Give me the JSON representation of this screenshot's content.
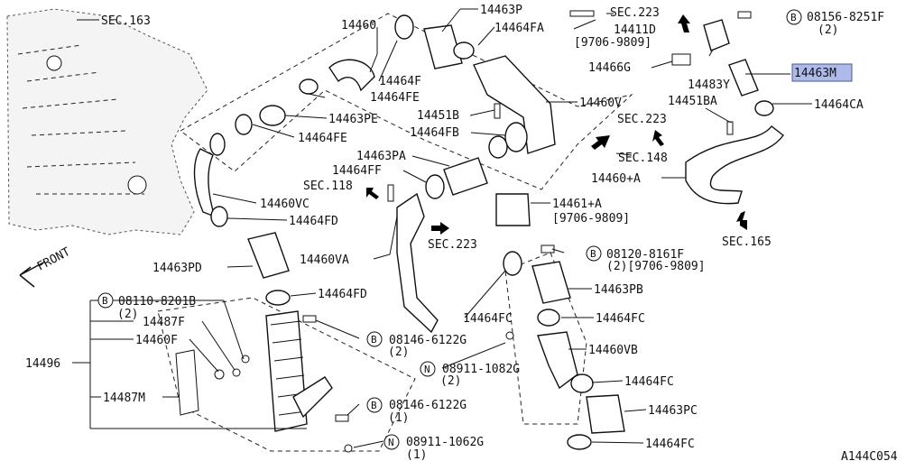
{
  "diagram": {
    "figure_id": "A144C054",
    "front_label": "FRONT",
    "highlighted_part": "14463M",
    "labels": {
      "sec163": "SEC.163",
      "p14460": "14460",
      "p14463P": "14463P",
      "sec223_top": "SEC.223",
      "b08156": "08156-8251F",
      "b08156_qty": "(2)",
      "p14464FA": "14464FA",
      "p14411D": "14411D",
      "p14411D_range": "[9706-9809]",
      "p14466G": "14466G",
      "p14463M": "14463M",
      "p14483Y": "14483Y",
      "p14464F": "14464F",
      "p14464FE_1": "14464FE",
      "p14460V": "14460V",
      "p14451BA": "14451BA",
      "p14464CA": "14464CA",
      "p14463PE": "14463PE",
      "p14451B": "14451B",
      "sec223_mid": "SEC.223",
      "p14464FB": "14464FB",
      "p14464FE_2": "14464FE",
      "sec148": "SEC.148",
      "p14463PA": "14463PA",
      "p14464FF": "14464FF",
      "p14460pA": "14460+A",
      "sec118": "SEC.118",
      "p14460VC": "14460VC",
      "p14461pA": "14461+A",
      "p14461pA_range": "[9706-9809]",
      "p14464FD_1": "14464FD",
      "sec223_low": "SEC.223",
      "sec165": "SEC.165",
      "b08120": "08120-8161F",
      "b08120_qty": "(2)[9706-9809]",
      "p14463PD": "14463PD",
      "p14460VA": "14460VA",
      "p14463PB": "14463PB",
      "p14464FD_2": "14464FD",
      "b08110": "08110-8201B",
      "b08110_qty": "(2)",
      "p14487F": "14487F",
      "p14464FC_1": "14464FC",
      "p14464FC_2": "14464FC",
      "p14460F": "14460F",
      "b08146_1": "08146-6122G",
      "b08146_1_qty": "(2)",
      "p14460VB": "14460VB",
      "p14496": "14496",
      "n08911_1": "08911-1082G",
      "n08911_1_qty": "(2)",
      "p14464FC_3": "14464FC",
      "p14487M": "14487M",
      "b08146_2": "08146-6122G",
      "b08146_2_qty": "(1)",
      "p14463PC": "14463PC",
      "n08911_2": "08911-1062G",
      "n08911_2_qty": "(1)",
      "p14464FC_4": "14464FC",
      "mark_b": "B",
      "mark_n": "N"
    }
  }
}
